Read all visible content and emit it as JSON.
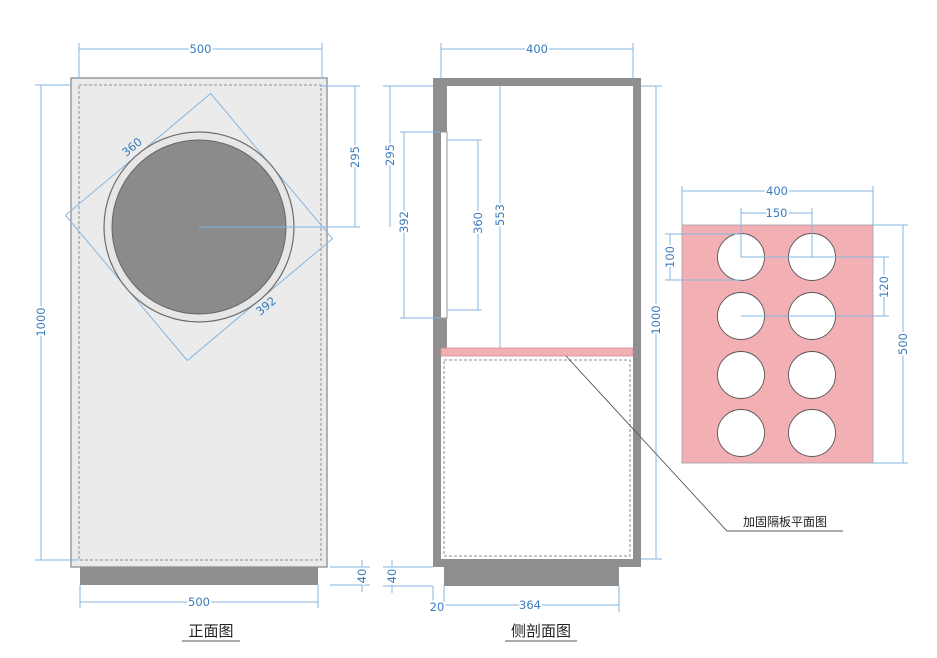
{
  "colors": {
    "dimension_line": "#86b6df",
    "dimension_text": "#3a7bbd",
    "panel": "#ebebeb",
    "wall": "#8f8f8f",
    "driver": "#8b8b8b",
    "shelf": "#f2b0b4"
  },
  "front_view": {
    "title": "正面图",
    "width_top": "500",
    "height": "1000",
    "hole_diameter": "360",
    "mount_square": "392",
    "hole_center_offset": "295",
    "base_height": "40",
    "width_bottom": "500"
  },
  "side_view": {
    "title": "侧剖面图",
    "depth": "400",
    "hole_center_offset": "295",
    "mount_square": "392",
    "hole_diameter": "360",
    "shelf_height": "553",
    "height": "1000",
    "base_height": "40",
    "base_inset": "20",
    "base_depth": "364",
    "shelf_callout": "加固隔板平面图"
  },
  "shelf_plan": {
    "width": "400",
    "column_spacing": "150",
    "hole_diameter": "100",
    "row_spacing": "120",
    "depth": "500"
  }
}
